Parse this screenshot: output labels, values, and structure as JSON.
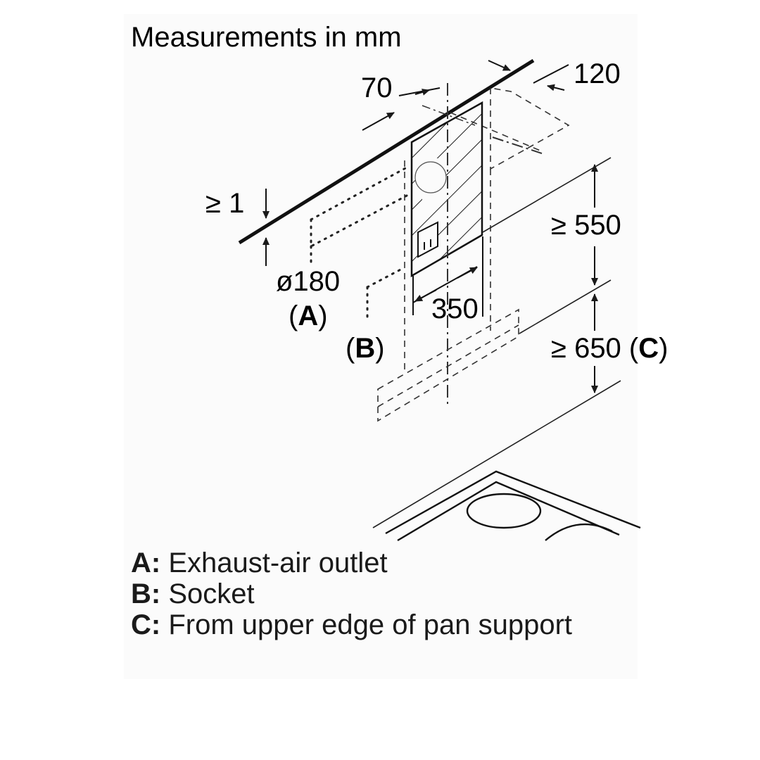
{
  "title": "Measurements in mm",
  "dimensions": {
    "d70": "70",
    "d120": "120",
    "d1": "≥ 1",
    "d550": "≥ 550",
    "d350": "350",
    "d650_value": "≥ 650 (",
    "d650_key": "C",
    "d650_close": ")",
    "dia180": "ø180"
  },
  "callouts": {
    "a_open": "(",
    "a_key": "A",
    "a_close": ")",
    "b_open": "(",
    "b_key": "B",
    "b_close": ")"
  },
  "legend": [
    {
      "key": "A:",
      "text": " Exhaust-air outlet"
    },
    {
      "key": "B:",
      "text": " Socket"
    },
    {
      "key": "C:",
      "text": " From upper edge of pan support"
    }
  ]
}
